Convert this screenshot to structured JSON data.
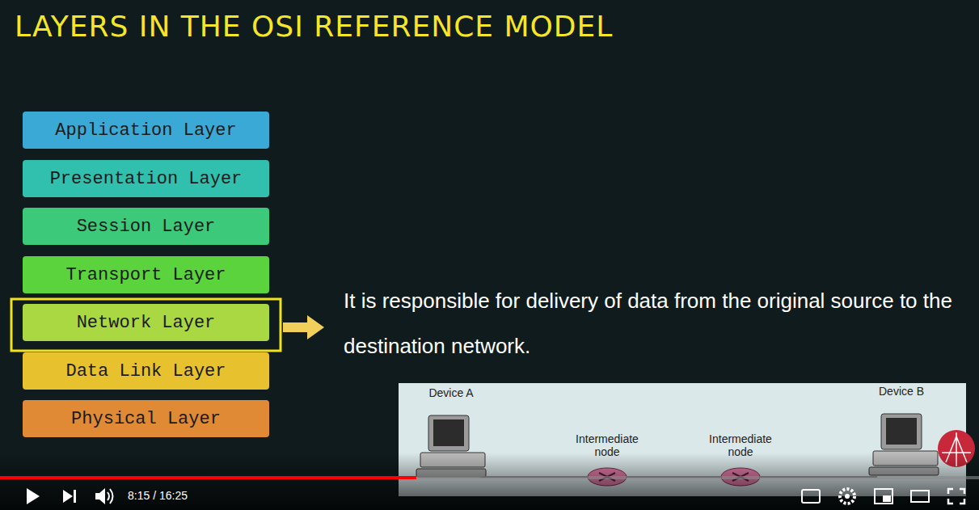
{
  "diagram": {
    "title": "LAYERS IN THE OSI REFERENCE MODEL",
    "nodes": [
      {
        "text": [
          "Application Layer"
        ]
      },
      {
        "text": [
          "Presentation Layer"
        ]
      },
      {
        "text": [
          "Session Layer"
        ]
      },
      {
        "text": [
          "Transport Layer"
        ]
      },
      {
        "text": [
          "Network Layer"
        ]
      },
      {
        "text": [
          "Data Link Layer"
        ]
      },
      {
        "text": [
          "Physical Layer"
        ]
      }
    ],
    "labels": [
      "It is responsible for delivery of data from the original source to the destination network.",
      "Device A",
      "Intermediate node",
      "Intermediate node",
      "Device B",
      "8:15 / 16:25"
    ]
  }
}
